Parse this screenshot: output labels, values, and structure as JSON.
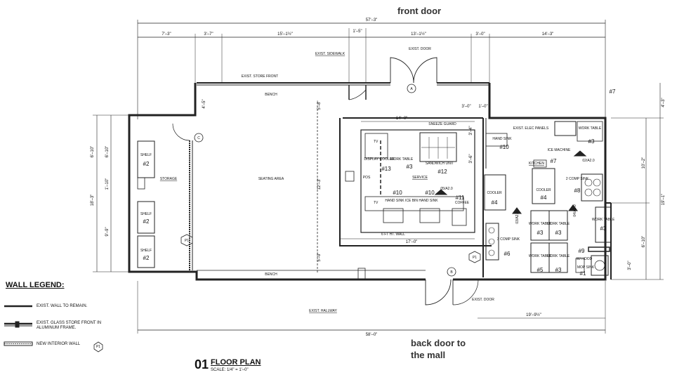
{
  "annotations": {
    "front_door": "front door",
    "back_door_line1": "back door to",
    "back_door_line2": "the mall"
  },
  "top_dims": {
    "overall": "57'–3\"",
    "d1": "7'–3\"",
    "d2": "3'–7\"",
    "d3": "15'–1½\"",
    "d4": "1'–5\"",
    "d5": "13'–1½\"",
    "d6": "3'–0\"",
    "d7": "14'–3\""
  },
  "side_dims": {
    "left_top": "6'–10\"",
    "left_overall": "18'–3\"",
    "left_mid": "1'–10\"",
    "left_bottom": "9'–9\"",
    "right_top": "4'–3\"",
    "right_mid": "10'–2\"",
    "right_overall": "19'–1\"",
    "right_low": "6'–10\"",
    "right_bot": "3'–0\""
  },
  "inner_dims": {
    "service_width": "14'–0\"",
    "wall_a": "3'–0\"",
    "wall_b": "1'–0\"",
    "dim_3_4": "3'–4\"",
    "dim_3_6": "3'–6\"",
    "seat_depth": "12'–3\"",
    "d_5_8": "5'–8\"",
    "d_5_9": "5'–9\"",
    "d_4_5": "4'–5\"",
    "counter_len": "17'–0\"",
    "bottom_overall": "58'–0\"",
    "bottom_right": "19'–9½\""
  },
  "labels": {
    "exist_sidewalk": "EXIST. SIDEWALK",
    "exist_door_top": "EXIST. DOOR",
    "exist_store_front": "EXIST. STORE FRONT",
    "bench_top": "BENCH",
    "bench_bottom": "BENCH",
    "storage": "STORAGE",
    "seating_area": "SEATING AREA",
    "exist_hallway": "EXIST. HALLWAY",
    "exist_door_bottom": "EXIST. DOOR",
    "sneeze_guard": "SNEEZE GUARD",
    "service": "SERVICE",
    "kitchen": "KITCHEN",
    "elec_panels": "EXIST. ELEC PANELS",
    "half_wall": "6 FT HT. WALL",
    "display_cooler": "DISPLAY COOLER",
    "work_table": "WORK TABLE",
    "sandwich_unit": "SANDWICH UNIT",
    "pos": "POS",
    "tv": "TV",
    "hand_sink": "HAND SINK",
    "ice_bin": "ICE BIN",
    "coffee": "COFFEE",
    "cooler": "COOLER",
    "ice_machine": "ICE MACHINE",
    "two_comp_sink": "2 COMP SINK",
    "three_comp_sink": "3 COMP SINK",
    "mop_sink": "MOP SINK",
    "shelf": "SHELF",
    "with_hood": "W/ HOOD"
  },
  "tags": {
    "t1": "#1",
    "t2": "#2",
    "t3": "#3",
    "t4": "#4",
    "t5": "#5",
    "t6": "#6",
    "t7": "#7",
    "t8": "#8",
    "t9": "#9",
    "t10": "#10",
    "t11": "#11",
    "t12": "#12",
    "t13": "#13"
  },
  "refs": {
    "door_a": "A",
    "door_b": "B",
    "door_c": "C",
    "p1": "P1",
    "sec1": "05/A2.0",
    "sec2": "02/A2.0",
    "sec3": "03/A2.0",
    "sec4": "04/A2.0"
  },
  "legend": {
    "title": "WALL LEGEND:",
    "item1": "EXIST. WALL TO REMAIN.",
    "item2": "EXIST. GLASS STORE FRONT IN ALUMINUM FRAME.",
    "item3": "NEW INTERIOR WALL"
  },
  "title_block": {
    "number": "01",
    "title": "FLOOR PLAN",
    "scale": "SCALE: 1/4\" = 1'–0\""
  }
}
